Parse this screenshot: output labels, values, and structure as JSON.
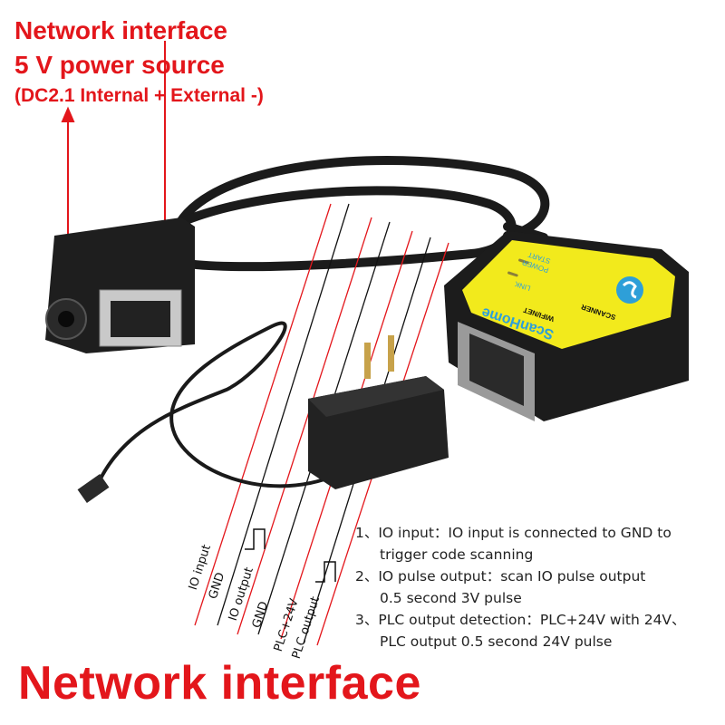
{
  "header": {
    "line1": "Network interface",
    "line2": "5 V power source",
    "line3": "(DC2.1  Internal + External -)"
  },
  "device": {
    "brand": "ScanHome",
    "labels": [
      "SCANNER",
      "WIFI/NET",
      "POWER",
      "START",
      "LINK"
    ]
  },
  "wire_labels": [
    "IO input",
    "GND",
    "IO output",
    "GND",
    "PLC+24V",
    "PLC output"
  ],
  "notes": [
    {
      "line1": "1、IO input：IO input is connected to GND to",
      "line2": "trigger code scanning"
    },
    {
      "line1": "2、IO pulse output：scan IO pulse output",
      "line2": "0.5 second 3V pulse"
    },
    {
      "line1": "3、PLC output detection：PLC+24V with 24V、",
      "line2": "PLC output 0.5 second 24V pulse"
    }
  ],
  "footer": {
    "title": "Network interface"
  },
  "colors": {
    "accent": "#e3161b",
    "device_yellow": "#f2ea1c",
    "logo_blue": "#2e9fd8"
  }
}
